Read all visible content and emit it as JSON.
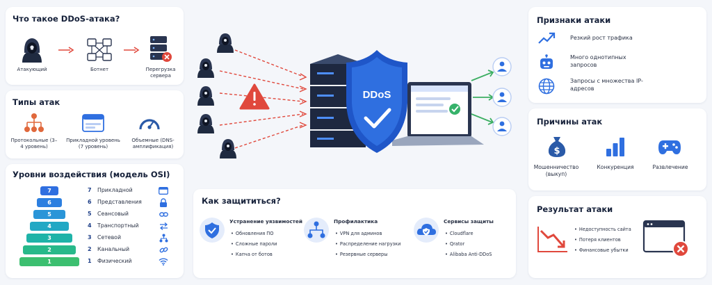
{
  "what_is": {
    "title": "Что такое DDoS-атака?",
    "attacker_label": "Атакующий",
    "botnet_label": "Ботнет",
    "overload_label": "Перегрузка сервера"
  },
  "attack_types": {
    "title": "Типы атак",
    "items": [
      {
        "label": "Протокольные (3–4 уровень)",
        "icon": "hierarchy-icon"
      },
      {
        "label": "Прикладной уровень (7 уровень)",
        "icon": "browser-window-icon"
      },
      {
        "label": "Объемные (DNS-амплификация)",
        "icon": "speedometer-icon"
      }
    ]
  },
  "osi": {
    "title": "Уровни воздействия (модель OSI)",
    "layers": [
      {
        "num": "7",
        "name": "Прикладной",
        "color": "#2f6fe0",
        "icon": "window-icon"
      },
      {
        "num": "6",
        "name": "Представления",
        "color": "#2c7fe0",
        "icon": "lock-icon"
      },
      {
        "num": "5",
        "name": "Сеансовый",
        "color": "#2a95d8",
        "icon": "link-icon"
      },
      {
        "num": "4",
        "name": "Транспортный",
        "color": "#22a8c4",
        "icon": "arrows-icon"
      },
      {
        "num": "3",
        "name": "Сетевой",
        "color": "#1fb3a8",
        "icon": "network-icon"
      },
      {
        "num": "2",
        "name": "Канальный",
        "color": "#28b98a",
        "icon": "chain-icon"
      },
      {
        "num": "1",
        "name": "Физический",
        "color": "#3cbf70",
        "icon": "wifi-icon"
      }
    ]
  },
  "center": {
    "shield_text": "DDoS"
  },
  "protect": {
    "title": "Как защититься?",
    "groups": [
      {
        "title": "Устранение уязвимостей",
        "icon": "shield-check-icon",
        "items": [
          "Обновления ПО",
          "Сложные пароли",
          "Капча от ботов"
        ]
      },
      {
        "title": "Профилактика",
        "icon": "network-icon",
        "items": [
          "VPN для админов",
          "Распределение нагрузки",
          "Резервные серверы"
        ]
      },
      {
        "title": "Сервисы защиты",
        "icon": "cloud-shield-icon",
        "items": [
          "Cloudflare",
          "Qrator",
          "Alibaba Anti-DDoS"
        ]
      }
    ]
  },
  "signs": {
    "title": "Признаки атаки",
    "items": [
      {
        "label": "Резкий рост трафика",
        "icon": "trend-up-icon"
      },
      {
        "label": "Много однотипных запросов",
        "icon": "robot-icon"
      },
      {
        "label": "Запросы с множества IP-адресов",
        "icon": "globe-icon"
      }
    ]
  },
  "reasons": {
    "title": "Причины атак",
    "items": [
      {
        "label": "Мошенничество (выкуп)",
        "icon": "money-bag-icon"
      },
      {
        "label": "Конкуренция",
        "icon": "bar-chart-icon"
      },
      {
        "label": "Развлечение",
        "icon": "gamepad-icon"
      }
    ]
  },
  "result": {
    "title": "Результат атаки",
    "items": [
      "Недоступность сайта",
      "Потеря клиентов",
      "Финансовые убытки"
    ]
  }
}
